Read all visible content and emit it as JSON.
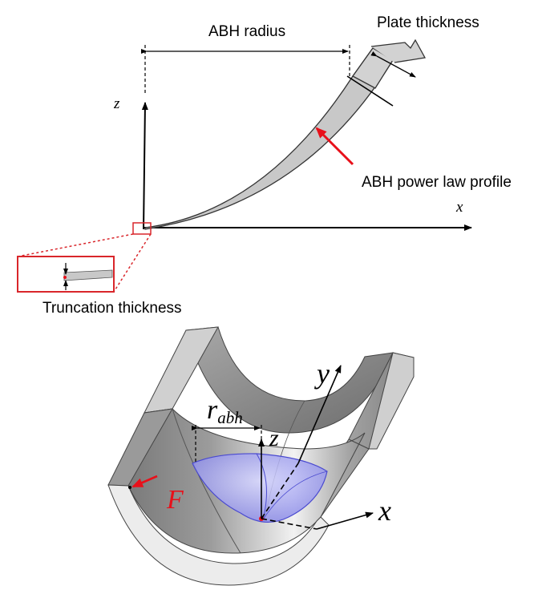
{
  "top_diagram": {
    "labels": {
      "abh_radius": "ABH radius",
      "plate_thickness": "Plate thickness",
      "power_law": "ABH power law profile",
      "truncation": "Truncation thickness",
      "axis_z": "z",
      "axis_x": "x"
    }
  },
  "bottom_diagram": {
    "labels": {
      "axis_y": "y",
      "axis_z": "z",
      "axis_x": "x",
      "r_main": "r",
      "r_sub": "abh",
      "force": "F"
    }
  },
  "colors": {
    "arrow_red": "#e8101a",
    "inset_border": "#d9262b",
    "profile_fill": "#c8c8c8",
    "abh_blue": "#a9a9f3"
  }
}
